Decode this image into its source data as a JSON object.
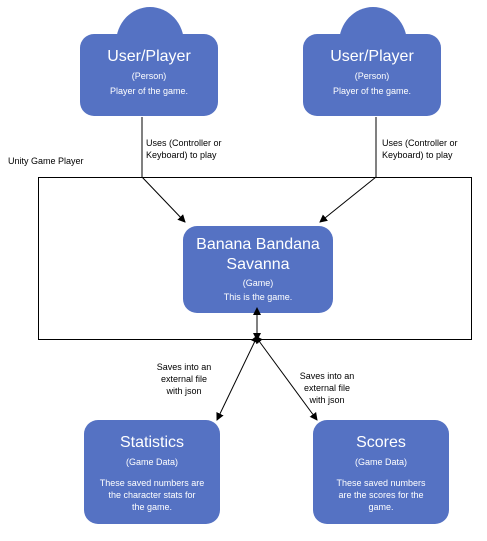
{
  "actors": [
    {
      "title": "User/Player",
      "kind": "(Person)",
      "desc": "Player of the game."
    },
    {
      "title": "User/Player",
      "kind": "(Person)",
      "desc": "Player of the game."
    }
  ],
  "uses_label": [
    "Uses (Controller  or",
    "Keyboard) to play"
  ],
  "boundary_label": "Unity Game Player",
  "game": {
    "title_line1": "Banana Bandana",
    "title_line2": "Savanna",
    "kind": "(Game)",
    "desc": "This is the game."
  },
  "saves_label": [
    "Saves into an",
    "external file",
    "with json"
  ],
  "stores": [
    {
      "title": "Statistics",
      "kind": "(Game Data)",
      "desc": [
        "These saved numbers are",
        "the character stats for",
        "the game."
      ]
    },
    {
      "title": "Scores",
      "kind": "(Game Data)",
      "desc": [
        "These saved numbers",
        "are the scores for the",
        "game."
      ]
    }
  ],
  "colors": {
    "node_fill": "#5572c3",
    "text_on_node": "#ffffff",
    "line": "#000000"
  }
}
